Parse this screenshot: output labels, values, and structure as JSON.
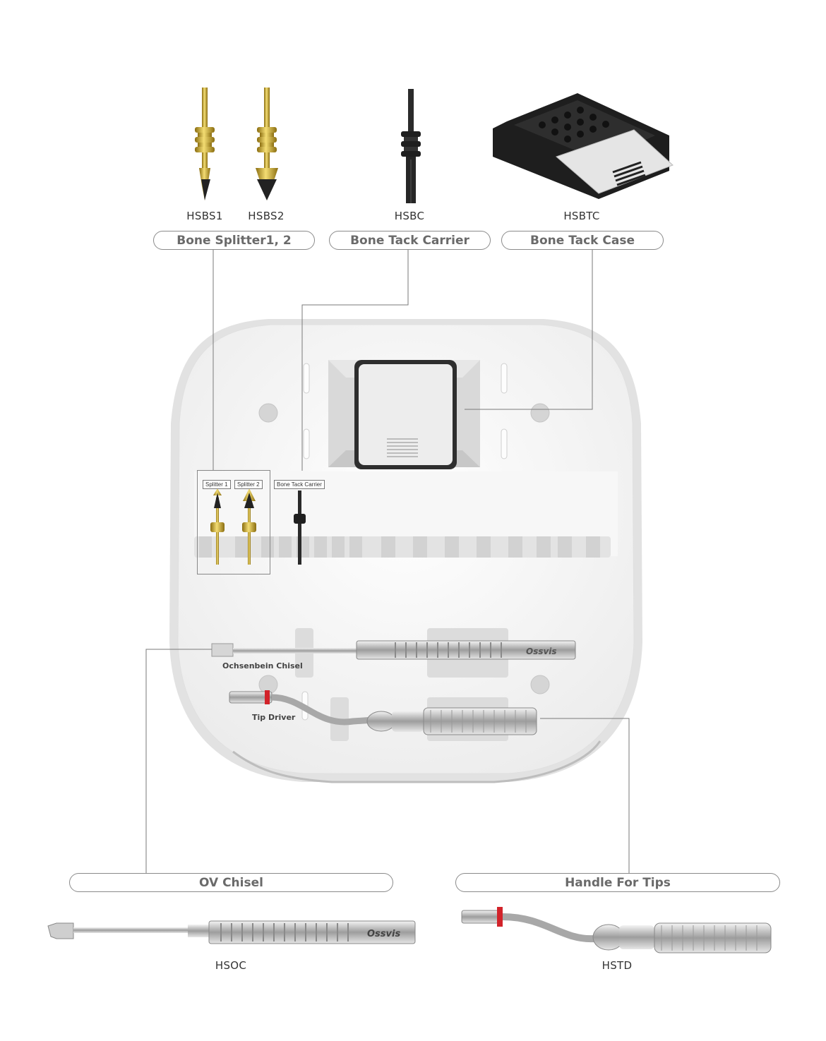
{
  "top_products": {
    "codes": [
      "HSBS1",
      "HSBS2",
      "HSBC",
      "HSBTC"
    ],
    "labels": {
      "bone_splitter": "Bone Splitter1, 2",
      "bone_tack_carrier": "Bone Tack Carrier",
      "bone_tack_case": "Bone Tack Case"
    }
  },
  "tray": {
    "slot_labels": [
      "Splitter 1",
      "Splitter 2",
      "Bone Tack Carrier"
    ],
    "chisel_label": "Ochsenbein Chisel",
    "driver_label": "Tip Driver",
    "brand": "Ossvis"
  },
  "bottom_products": {
    "ov_chisel": {
      "label": "OV Chisel",
      "code": "HSOC"
    },
    "handle_for_tips": {
      "label": "Handle For Tips",
      "code": "HSTD"
    }
  },
  "colors": {
    "gold": "#d9b83a",
    "line": "#7a7a7a",
    "tray": "#f2f2f2",
    "steel": "#b9b9b9",
    "accent_red": "#d2232a"
  }
}
